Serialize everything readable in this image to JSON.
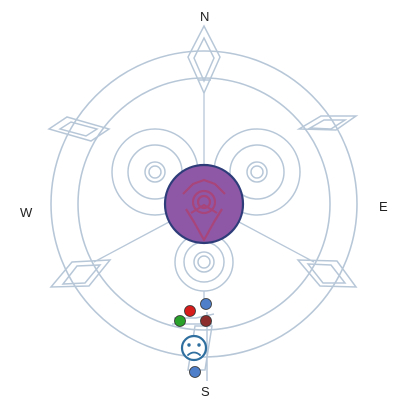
{
  "compass": {
    "north": "N",
    "east": "E",
    "south": "S",
    "west": "W"
  },
  "colors": {
    "rings": "#b7c7d8",
    "center_fill": "#8e58a6",
    "center_stroke": "#2e3d7a",
    "center_emblem": "#a8457a",
    "token_blue": "#4f7fc8",
    "token_red": "#d71c1c",
    "token_green": "#2aa12a",
    "token_darkred": "#8b2d2d",
    "face": "#2f6f9f"
  },
  "icons": {
    "center": "purple-emblem-icon",
    "player": "sad-face-icon"
  }
}
